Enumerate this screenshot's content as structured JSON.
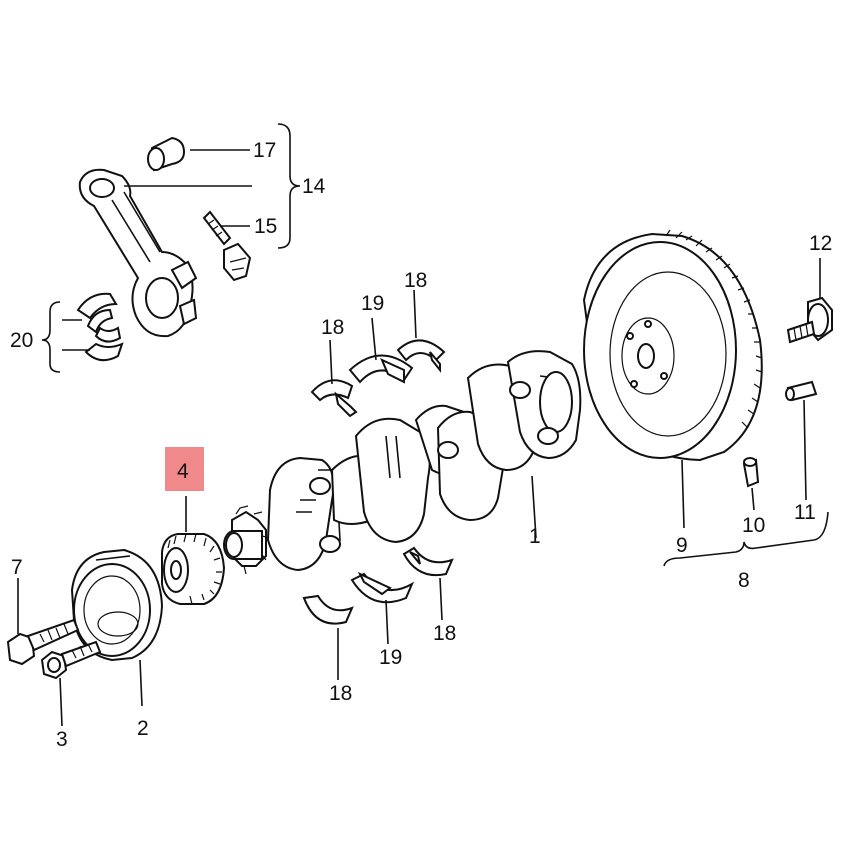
{
  "diagram": {
    "highlight_color": "#f08a8a",
    "labels": {
      "l1": "1",
      "l2": "2",
      "l3": "3",
      "l4": "4",
      "l7": "7",
      "l8": "8",
      "l9": "9",
      "l10": "10",
      "l11": "11",
      "l12": "12",
      "l14": "14",
      "l15": "15",
      "l17": "17",
      "l18a": "18",
      "l18b": "18",
      "l18c": "18",
      "l18d": "18",
      "l19a": "19",
      "l19b": "19",
      "l20": "20"
    }
  }
}
